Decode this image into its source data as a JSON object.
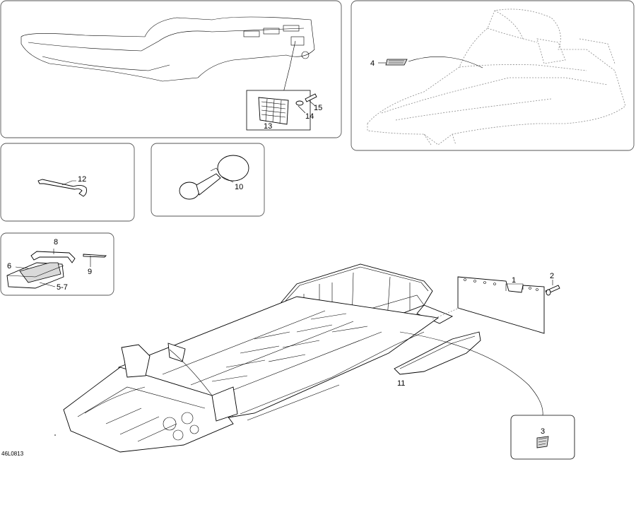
{
  "diagram": {
    "reference_code": "46L0813",
    "callouts": {
      "c1": "1",
      "c2": "2",
      "c3": "3",
      "c4": "4",
      "c5_7": "5-7",
      "c6": "6",
      "c8": "8",
      "c9": "9",
      "c10": "10",
      "c11": "11",
      "c12": "12",
      "c13": "13",
      "c14": "14",
      "c15": "15"
    }
  }
}
